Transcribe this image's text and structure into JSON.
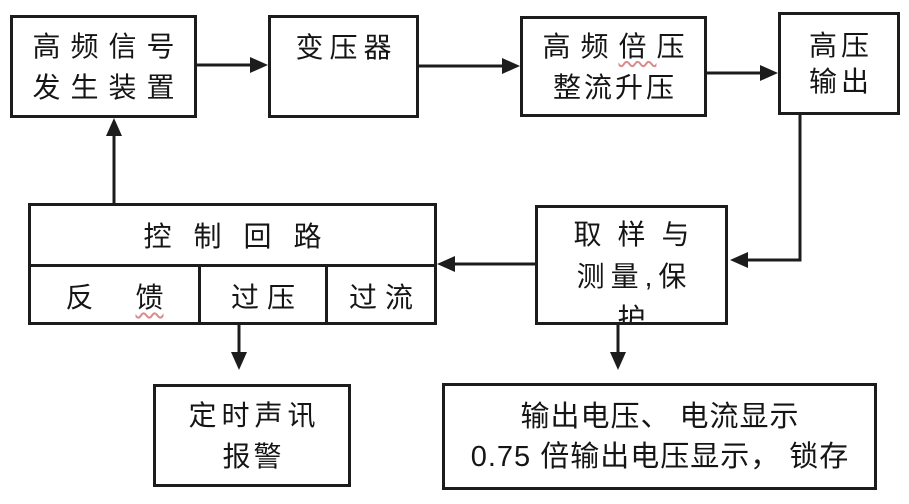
{
  "diagram_nodes": {
    "hf_signal": {
      "line1": "高频信号",
      "line2": "发生装置"
    },
    "transformer": {
      "label": "变压器"
    },
    "doubler": {
      "line1_pre": "高频",
      "line1_marked": "倍",
      "line1_post": "压",
      "line2": "整流升压"
    },
    "hv_output": {
      "line1": "高压",
      "line2": "输出"
    },
    "control": {
      "title": "控制回路",
      "cells": [
        {
          "pre": "反",
          "marked": "馈"
        },
        {
          "label": "过压"
        },
        {
          "label": "过流"
        }
      ]
    },
    "sampling": {
      "line1": "取样与",
      "line2": "测量,保",
      "line3": "护"
    },
    "alarm": {
      "line1": "定时声讯",
      "line2": "报警"
    },
    "display": {
      "line1": "输出电压、 电流显示",
      "line2": "0.75 倍输出电压显示， 锁存"
    }
  },
  "colors": {
    "line": "#1c1c1c",
    "background": "#ffffff",
    "spellcheck_underline": "#d98c8c"
  }
}
